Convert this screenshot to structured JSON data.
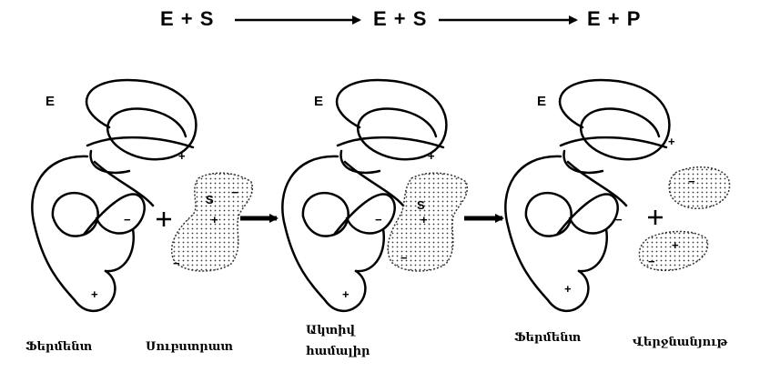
{
  "equation": {
    "step1": "E + S",
    "step2": "E + S",
    "step3": "E + P"
  },
  "panels": {
    "panel1": {
      "enzyme_label": "E",
      "substrate_label": "S"
    },
    "panel2": {
      "enzyme_label": "E",
      "substrate_label": "S"
    },
    "panel3": {
      "enzyme_label": "E"
    }
  },
  "captions": {
    "enzyme_1": "Ֆերմենտ",
    "substrate": "Սուբստրատ",
    "active_complex_line1": "Ակտիվ",
    "active_complex_line2": "համալիր",
    "enzyme_2": "Ֆերմենտ",
    "product": "Վերջնանյութ"
  },
  "colors": {
    "ink": "#000000",
    "background": "#ffffff",
    "dots": "#333333"
  }
}
